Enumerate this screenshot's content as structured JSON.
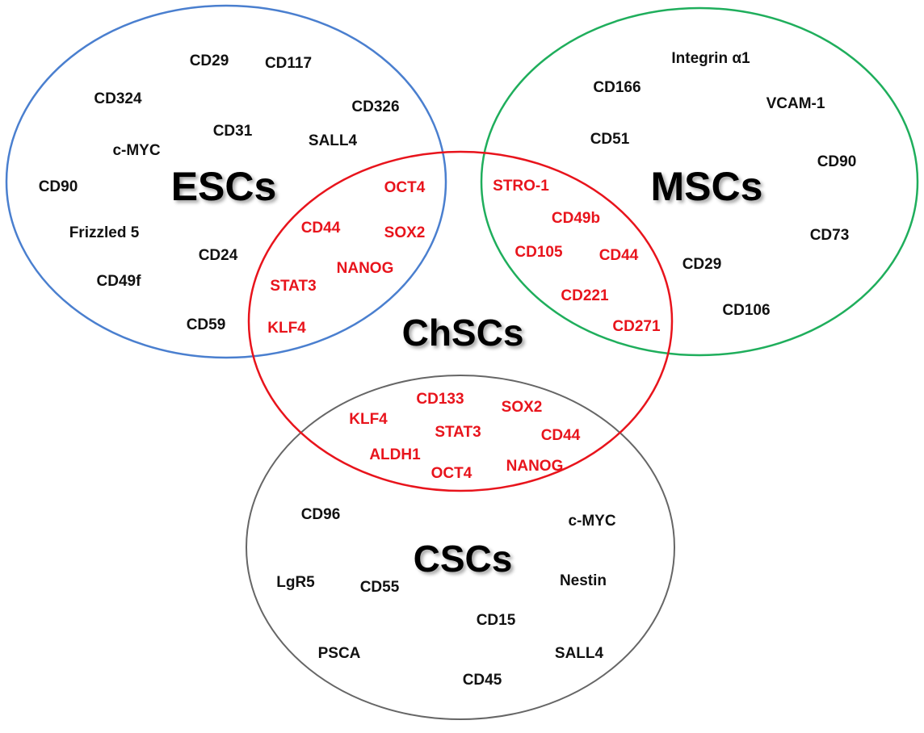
{
  "colors": {
    "escs_circle": "#4a7fcf",
    "mscs_circle": "#1fae5c",
    "chscs_circle": "#e8141c",
    "cscs_circle": "#666666",
    "shared_marker": "#e8141c",
    "unique_marker": "#111111"
  },
  "sets": {
    "escs": "ESCs",
    "mscs": "MSCs",
    "chscs": "ChSCs",
    "cscs": "CSCs"
  },
  "escs_only": [
    "CD29",
    "CD117",
    "CD324",
    "CD326",
    "CD31",
    "SALL4",
    "c-MYC",
    "CD90",
    "Frizzled 5",
    "CD24",
    "CD49f",
    "CD59"
  ],
  "escs_chscs": [
    "OCT4",
    "CD44",
    "SOX2",
    "NANOG",
    "STAT3",
    "KLF4"
  ],
  "mscs_only": [
    "Integrin α1",
    "CD166",
    "VCAM-1",
    "CD51",
    "CD90",
    "CD73",
    "CD29",
    "CD106"
  ],
  "mscs_chscs": [
    "STRO-1",
    "CD49b",
    "CD105",
    "CD44",
    "CD221",
    "CD271"
  ],
  "cscs_chscs": [
    "CD133",
    "SOX2",
    "KLF4",
    "STAT3",
    "CD44",
    "ALDH1",
    "NANOG",
    "OCT4"
  ],
  "cscs_only": [
    "CD96",
    "c-MYC",
    "LgR5",
    "CD55",
    "Nestin",
    "CD15",
    "PSCA",
    "SALL4",
    "CD45"
  ]
}
